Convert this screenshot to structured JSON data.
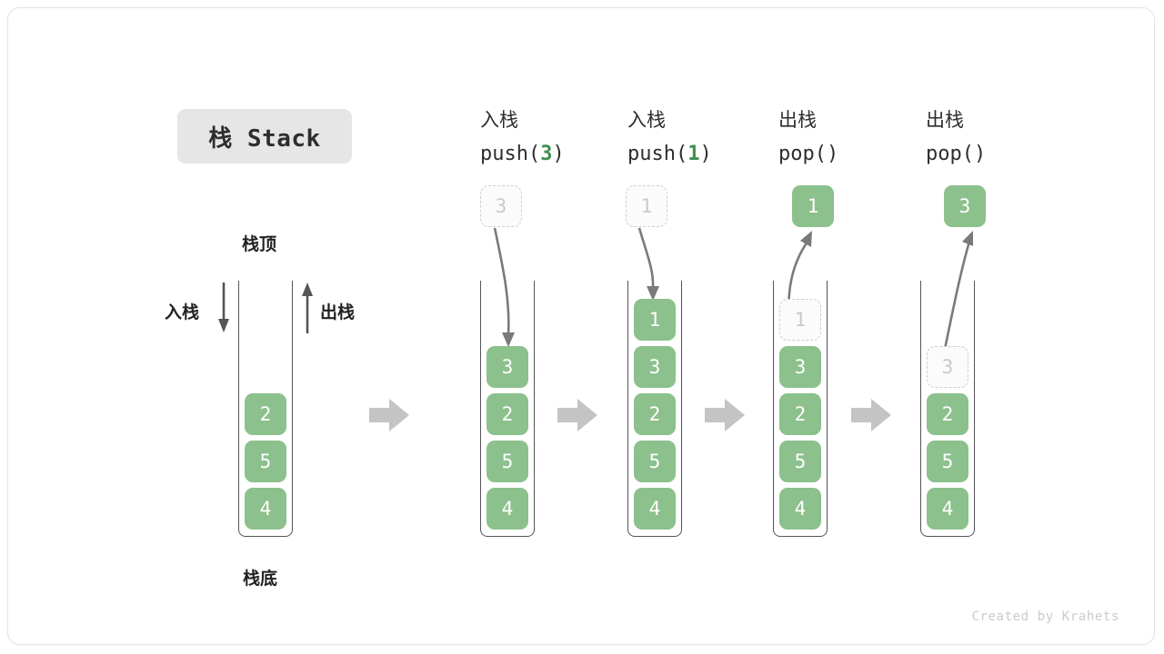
{
  "title": {
    "badge_label": "栈 Stack"
  },
  "legend": {
    "top_label": "栈顶",
    "bottom_label": "栈底",
    "push_label": "入栈",
    "pop_label": "出栈"
  },
  "footer": {
    "credit": "Created by Krahets"
  },
  "colors": {
    "cell_fill": "#8cc08c",
    "cell_text": "#ffffff",
    "ghost_border": "#cfcfcf",
    "ghost_text": "#c9c9c9",
    "badge_bg": "#e6e6e6",
    "arrow_gray": "#c4c4c4",
    "curve_arrow": "#6e6e6e",
    "accent_green": "#3f8f4f",
    "text_dark": "#2e2e2e"
  },
  "steps": [
    {
      "id": "initial",
      "header_cn": "",
      "header_op": "",
      "header_arg": "",
      "stack": [
        "2",
        "5",
        "4"
      ],
      "ghost": null,
      "ghost_position": null,
      "floating": null,
      "transition_arrow_after": true
    },
    {
      "id": "push-3",
      "header_cn": "入栈",
      "header_op_prefix": "push(",
      "header_arg": "3",
      "header_op_suffix": ")",
      "stack": [
        "3",
        "2",
        "5",
        "4"
      ],
      "floating": {
        "value": "3",
        "style": "ghost"
      },
      "arrow_direction": "down",
      "transition_arrow_after": true
    },
    {
      "id": "push-1",
      "header_cn": "入栈",
      "header_op_prefix": "push(",
      "header_arg": "1",
      "header_op_suffix": ")",
      "stack": [
        "1",
        "3",
        "2",
        "5",
        "4"
      ],
      "floating": {
        "value": "1",
        "style": "ghost"
      },
      "arrow_direction": "down",
      "transition_arrow_after": true
    },
    {
      "id": "pop-1",
      "header_cn": "出栈",
      "header_op_prefix": "pop(",
      "header_arg": "",
      "header_op_suffix": ")",
      "stack": [
        "1",
        "3",
        "2",
        "5",
        "4"
      ],
      "ghost_top_index": 0,
      "floating": {
        "value": "1",
        "style": "solid"
      },
      "arrow_direction": "up",
      "transition_arrow_after": true
    },
    {
      "id": "pop-3",
      "header_cn": "出栈",
      "header_op_prefix": "pop(",
      "header_arg": "",
      "header_op_suffix": ")",
      "stack": [
        "3",
        "2",
        "5",
        "4"
      ],
      "ghost_top_index": 0,
      "floating": {
        "value": "3",
        "style": "solid"
      },
      "arrow_direction": "up",
      "transition_arrow_after": false
    }
  ],
  "cells": {
    "s0": [
      "2",
      "5",
      "4"
    ],
    "s1": [
      "3",
      "2",
      "5",
      "4"
    ],
    "s2": [
      "1",
      "3",
      "2",
      "5",
      "4"
    ],
    "s3_ghost": "1",
    "s3": [
      "3",
      "2",
      "5",
      "4"
    ],
    "s4_ghost": "3",
    "s4": [
      "2",
      "5",
      "4"
    ],
    "float1": "3",
    "float2": "1",
    "float3": "1",
    "float4": "3"
  },
  "headers": {
    "h1_cn": "入栈",
    "h1_fn_open": "push(",
    "h1_arg": "3",
    "h1_fn_close": ")",
    "h2_cn": "入栈",
    "h2_fn_open": "push(",
    "h2_arg": "1",
    "h2_fn_close": ")",
    "h3_cn": "出栈",
    "h3_fn_open": "pop(",
    "h3_arg": "",
    "h3_fn_close": ")",
    "h4_cn": "出栈",
    "h4_fn_open": "pop(",
    "h4_arg": "",
    "h4_fn_close": ")"
  }
}
